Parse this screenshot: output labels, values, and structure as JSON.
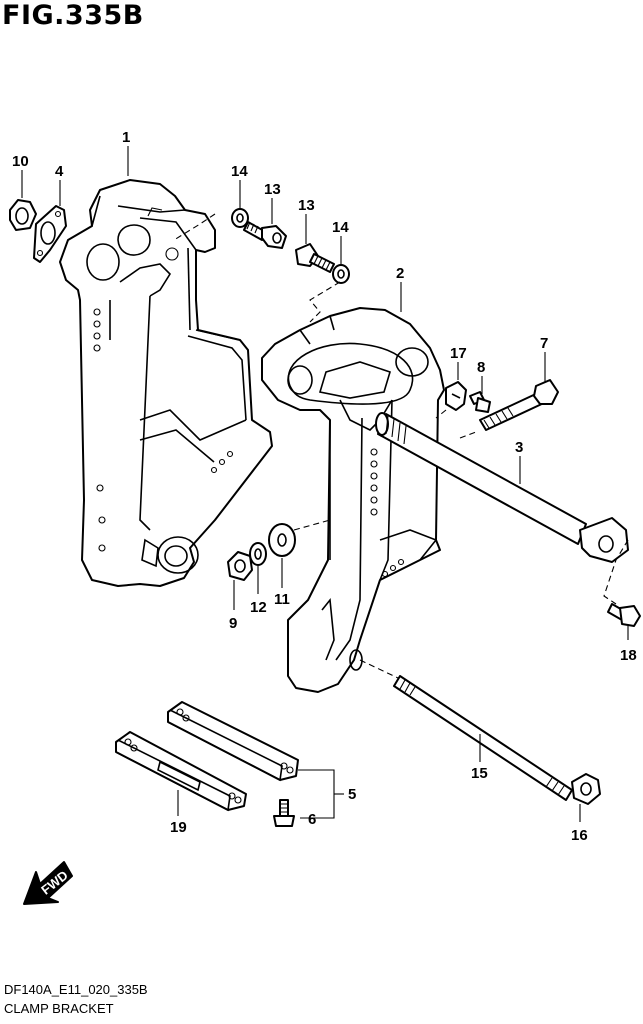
{
  "figure": {
    "title": "FIG.335B",
    "code": "DF140A_E11_020_335B",
    "name": "CLAMP BRACKET"
  },
  "callouts": [
    {
      "id": "c1",
      "text": "1"
    },
    {
      "id": "c2",
      "text": "2"
    },
    {
      "id": "c3",
      "text": "3"
    },
    {
      "id": "c4",
      "text": "4"
    },
    {
      "id": "c5",
      "text": "5"
    },
    {
      "id": "c6",
      "text": "6"
    },
    {
      "id": "c7",
      "text": "7"
    },
    {
      "id": "c8",
      "text": "8"
    },
    {
      "id": "c9",
      "text": "9"
    },
    {
      "id": "c10",
      "text": "10"
    },
    {
      "id": "c11",
      "text": "11"
    },
    {
      "id": "c12",
      "text": "12"
    },
    {
      "id": "c13a",
      "text": "13"
    },
    {
      "id": "c13b",
      "text": "13"
    },
    {
      "id": "c14a",
      "text": "14"
    },
    {
      "id": "c14b",
      "text": "14"
    },
    {
      "id": "c15",
      "text": "15"
    },
    {
      "id": "c16",
      "text": "16"
    },
    {
      "id": "c17",
      "text": "17"
    },
    {
      "id": "c18",
      "text": "18"
    },
    {
      "id": "c19",
      "text": "19"
    }
  ],
  "fwd_badge": {
    "text": "FWD"
  },
  "colors": {
    "ink": "#000000",
    "paper": "#ffffff"
  }
}
